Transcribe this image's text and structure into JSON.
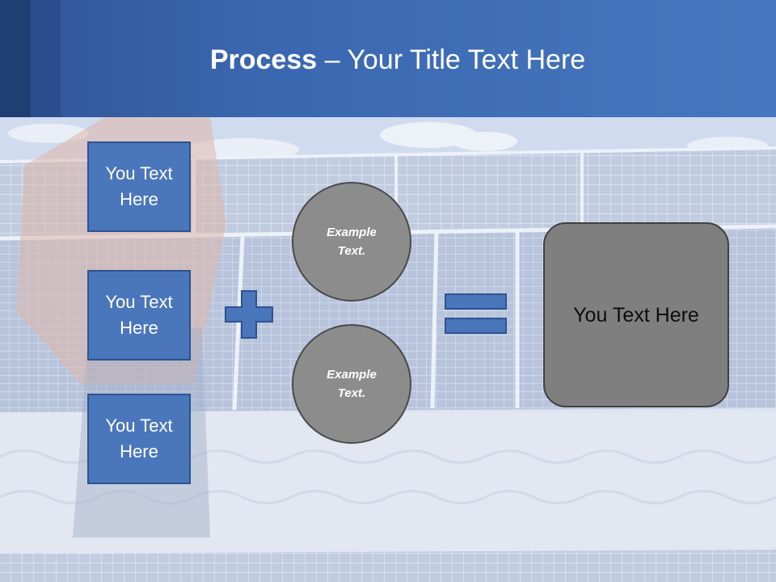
{
  "slide": {
    "title_bold": "Process",
    "title_rest": " – Your Title Text Here"
  },
  "text_boxes": [
    {
      "label": "You Text Here"
    },
    {
      "label": "You Text Here"
    },
    {
      "label": "You Text Here"
    }
  ],
  "operators": {
    "plus_icon": "plus-icon",
    "equals_icon": "equals-icon"
  },
  "circles": [
    {
      "label": "Example Text."
    },
    {
      "label": "Example Text."
    }
  ],
  "result": {
    "label": "You Text Here"
  },
  "colors": {
    "header": "#4677c0",
    "box_fill": "#4a76bb",
    "box_border": "#2e538f",
    "circle_fill": "#8c8c8c",
    "result_fill": "#7f7f7f"
  }
}
